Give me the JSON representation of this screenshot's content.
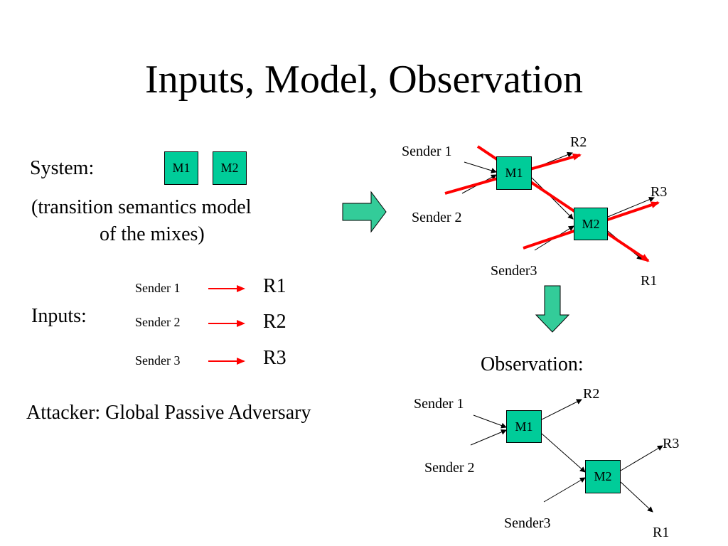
{
  "title": "Inputs, Model, Observation",
  "system": {
    "label": "System:",
    "mix1": "M1",
    "mix2": "M2",
    "caption_line1": "(transition semantics model",
    "caption_line2": "of the  mixes)"
  },
  "inputs": {
    "label": "Inputs:",
    "rows": [
      {
        "sender": "Sender 1",
        "receiver": "R1"
      },
      {
        "sender": "Sender 2",
        "receiver": "R2"
      },
      {
        "sender": "Sender 3",
        "receiver": "R3"
      }
    ]
  },
  "attacker": "Attacker: Global Passive Adversary",
  "model_diagram": {
    "sender1": "Sender 1",
    "sender2": "Sender 2",
    "sender3": "Sender3",
    "mix1": "M1",
    "mix2": "M2",
    "r1": "R1",
    "r2": "R2",
    "r3": "R3"
  },
  "observation": {
    "label": "Observation:",
    "sender1": "Sender 1",
    "sender2": "Sender 2",
    "sender3": "Sender3",
    "mix1": "M1",
    "mix2": "M2",
    "r1": "R1",
    "r2": "R2",
    "r3": "R3"
  },
  "colors": {
    "mix_fill": "#00cc99",
    "block_arrow_fill": "#33cc99",
    "cross_line": "#ff0000"
  }
}
